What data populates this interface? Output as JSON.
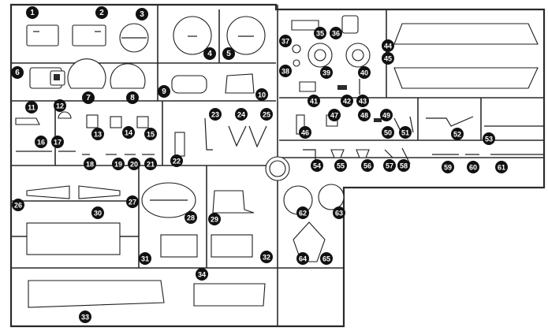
{
  "diagram": {
    "parts": [
      "1",
      "2",
      "3",
      "4",
      "5",
      "6",
      "7",
      "8",
      "9",
      "10",
      "11",
      "12",
      "13",
      "14",
      "15",
      "16",
      "17",
      "18",
      "19",
      "20",
      "21",
      "22",
      "23",
      "24",
      "25",
      "26",
      "27",
      "28",
      "29",
      "30",
      "31",
      "32",
      "33",
      "34",
      "35",
      "36",
      "37",
      "38",
      "39",
      "40",
      "41",
      "42",
      "43",
      "44",
      "45",
      "46",
      "47",
      "48",
      "49",
      "50",
      "51",
      "52",
      "53",
      "54",
      "55",
      "56",
      "57",
      "58",
      "59",
      "60",
      "61",
      "62",
      "63",
      "64",
      "65"
    ]
  }
}
